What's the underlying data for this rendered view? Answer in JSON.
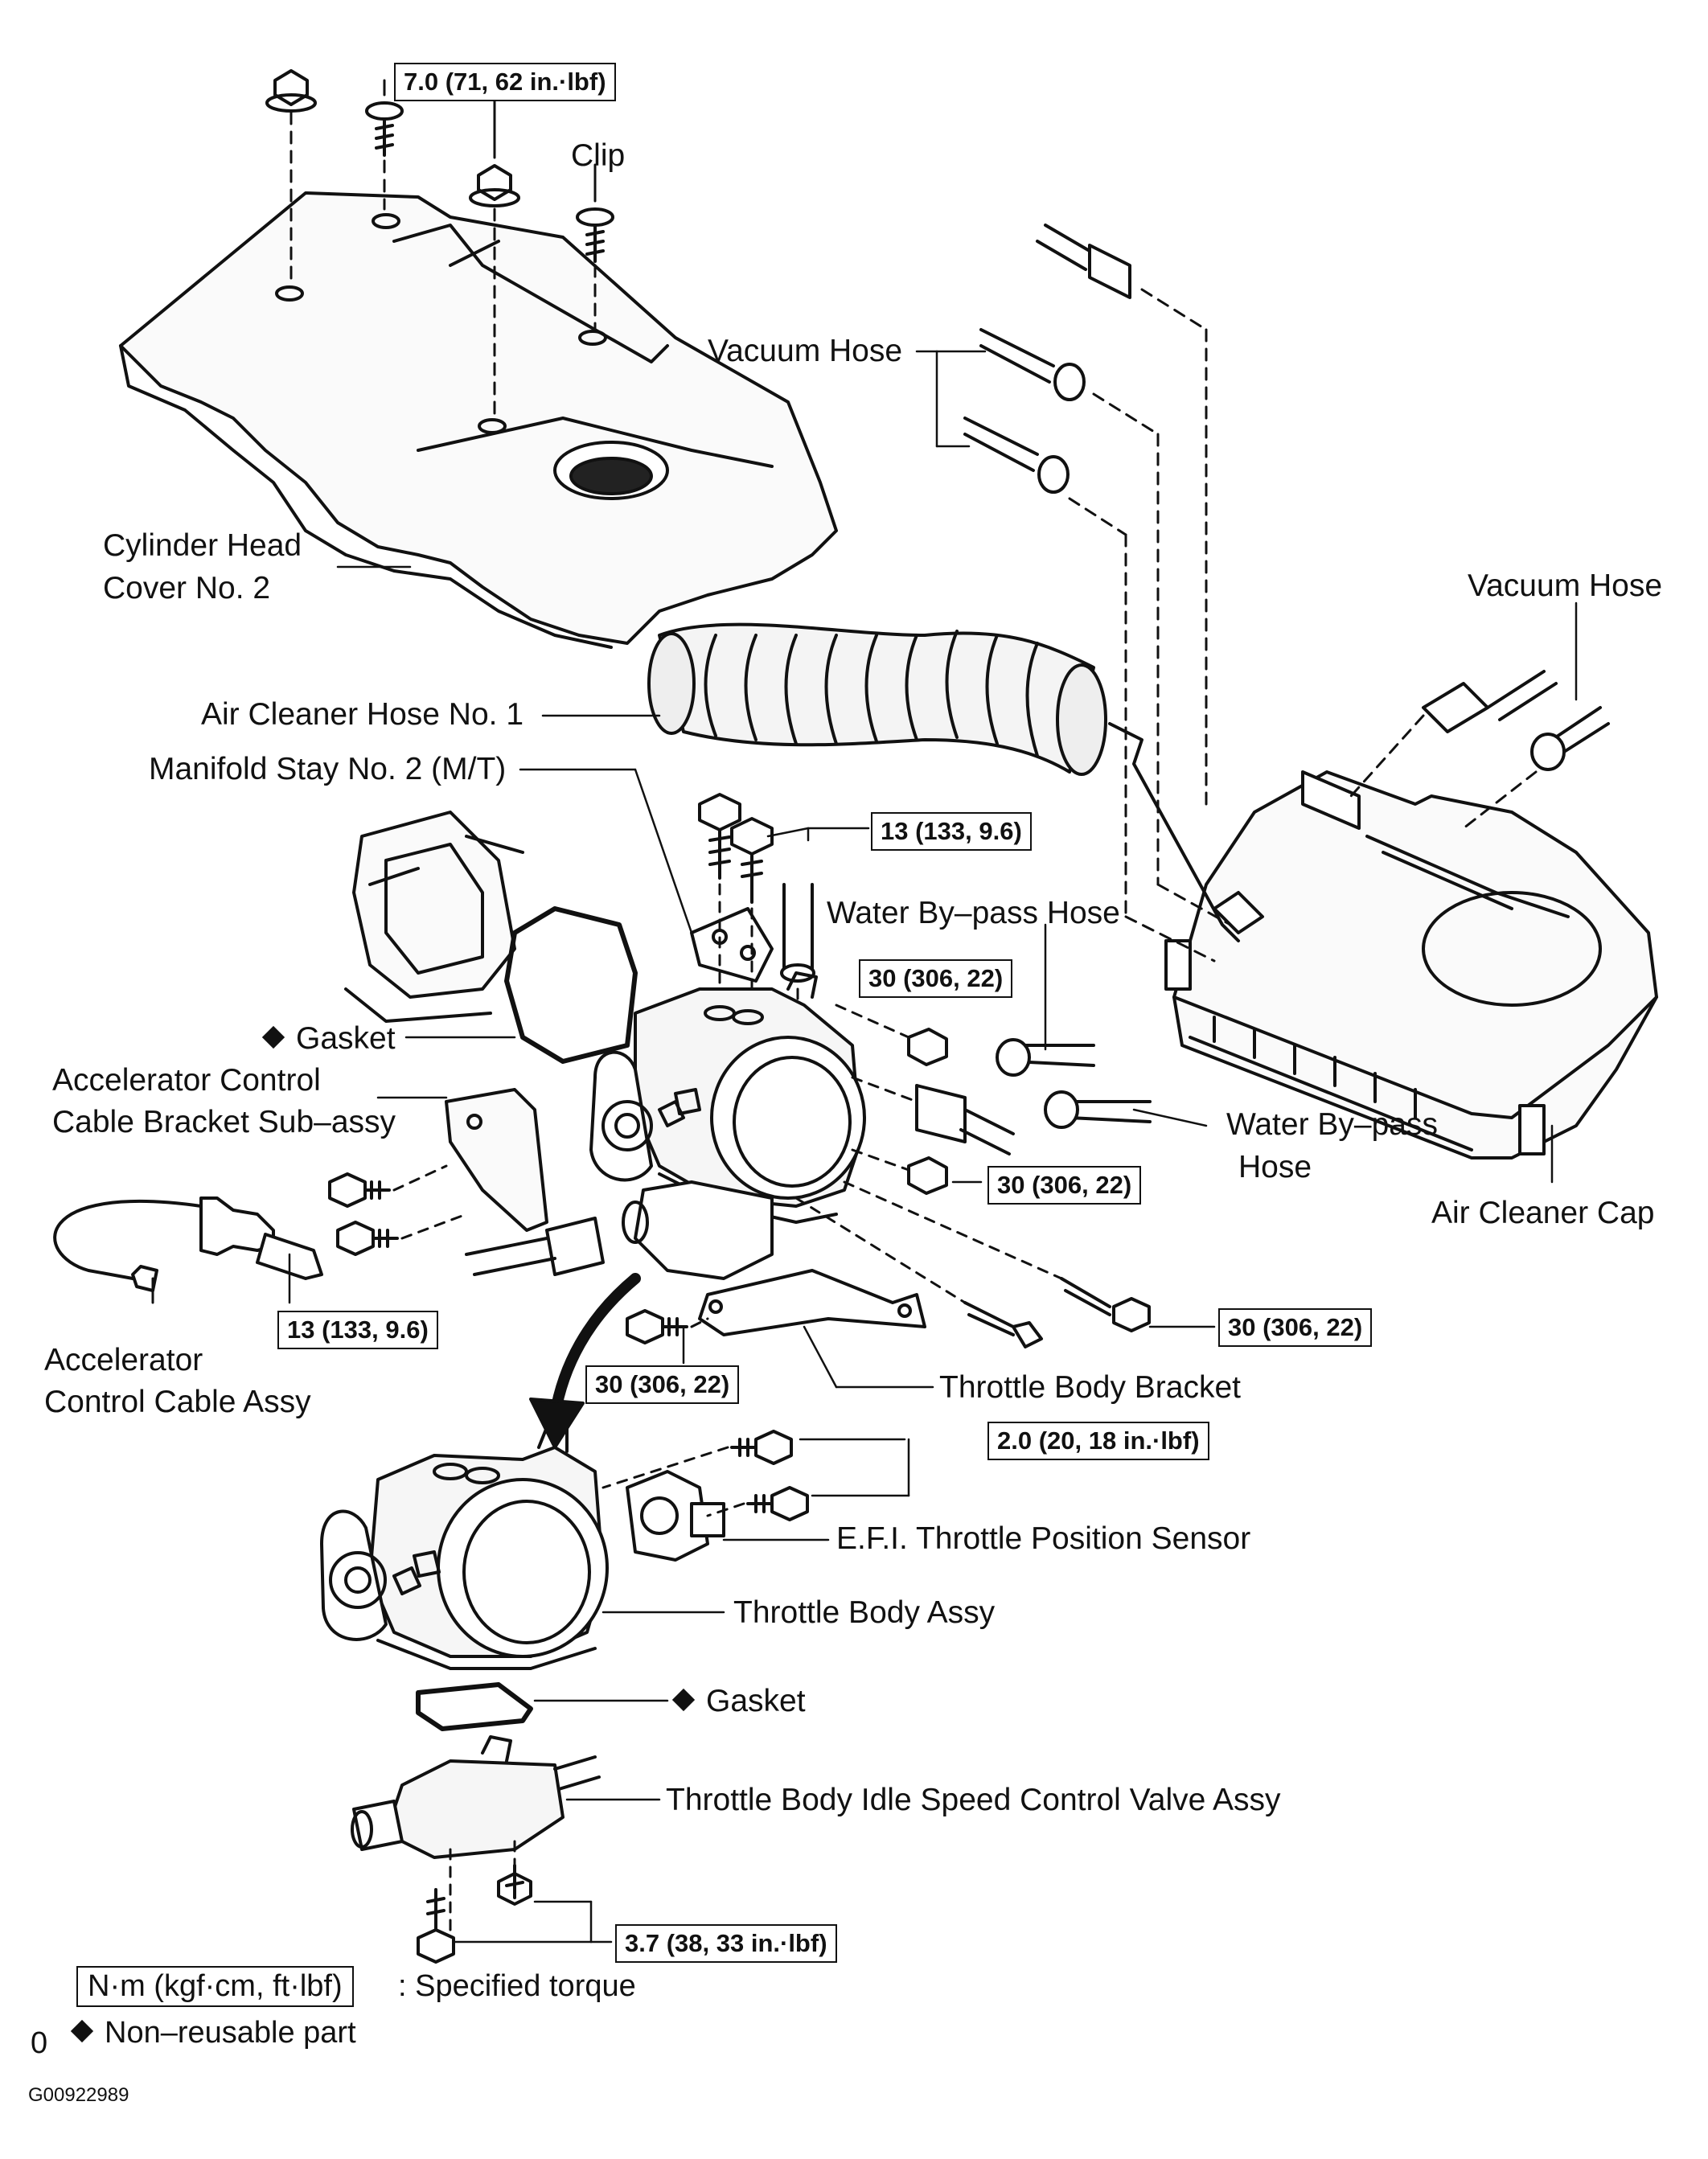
{
  "diagram": {
    "labels": {
      "clip": "Clip",
      "vacuum_hose_top": "Vacuum Hose",
      "vacuum_hose_right": "Vacuum Hose",
      "cylinder_head_cover_1": "Cylinder Head",
      "cylinder_head_cover_2": "Cover No. 2",
      "air_cleaner_hose": "Air Cleaner Hose No. 1",
      "manifold_stay": "Manifold Stay No. 2 (M/T)",
      "water_bypass_hose_top": "Water By–pass Hose",
      "gasket_upper": "Gasket",
      "accel_bracket_1": "Accelerator Control",
      "accel_bracket_2": "Cable Bracket Sub–assy",
      "water_bypass_hose_right_1": "Water By–pass",
      "water_bypass_hose_right_2": "Hose",
      "air_cleaner_cap": "Air Cleaner Cap",
      "accel_cable_1": "Accelerator",
      "accel_cable_2": "Control Cable Assy",
      "throttle_body_bracket": "Throttle Body Bracket",
      "tps": "E.F.I. Throttle Position Sensor",
      "throttle_body_assy": "Throttle Body Assy",
      "gasket_lower": "Gasket",
      "iscv": "Throttle Body Idle Speed Control Valve Assy"
    },
    "torques": {
      "t_cover": "7.0 (71, 62 in.·lbf)",
      "t_stay": "13 (133, 9.6)",
      "t_nut_upper": "30 (306, 22)",
      "t_nut_lower": "30 (306, 22)",
      "t_bracket_left": "13 (133, 9.6)",
      "t_bolt_right": "30 (306, 22)",
      "t_bracket_bottom": "30 (306, 22)",
      "t_tps": "2.0 (20, 18 in.·lbf)",
      "t_iscv": "3.7 (38, 33 in.·lbf)"
    },
    "legend": {
      "box": "N·m (kgf·cm, ft·lbf)",
      "specified": ": Specified torque",
      "nonreusable": "Non–reusable part"
    },
    "corner_mark": "0",
    "figure_code": "G00922989"
  }
}
